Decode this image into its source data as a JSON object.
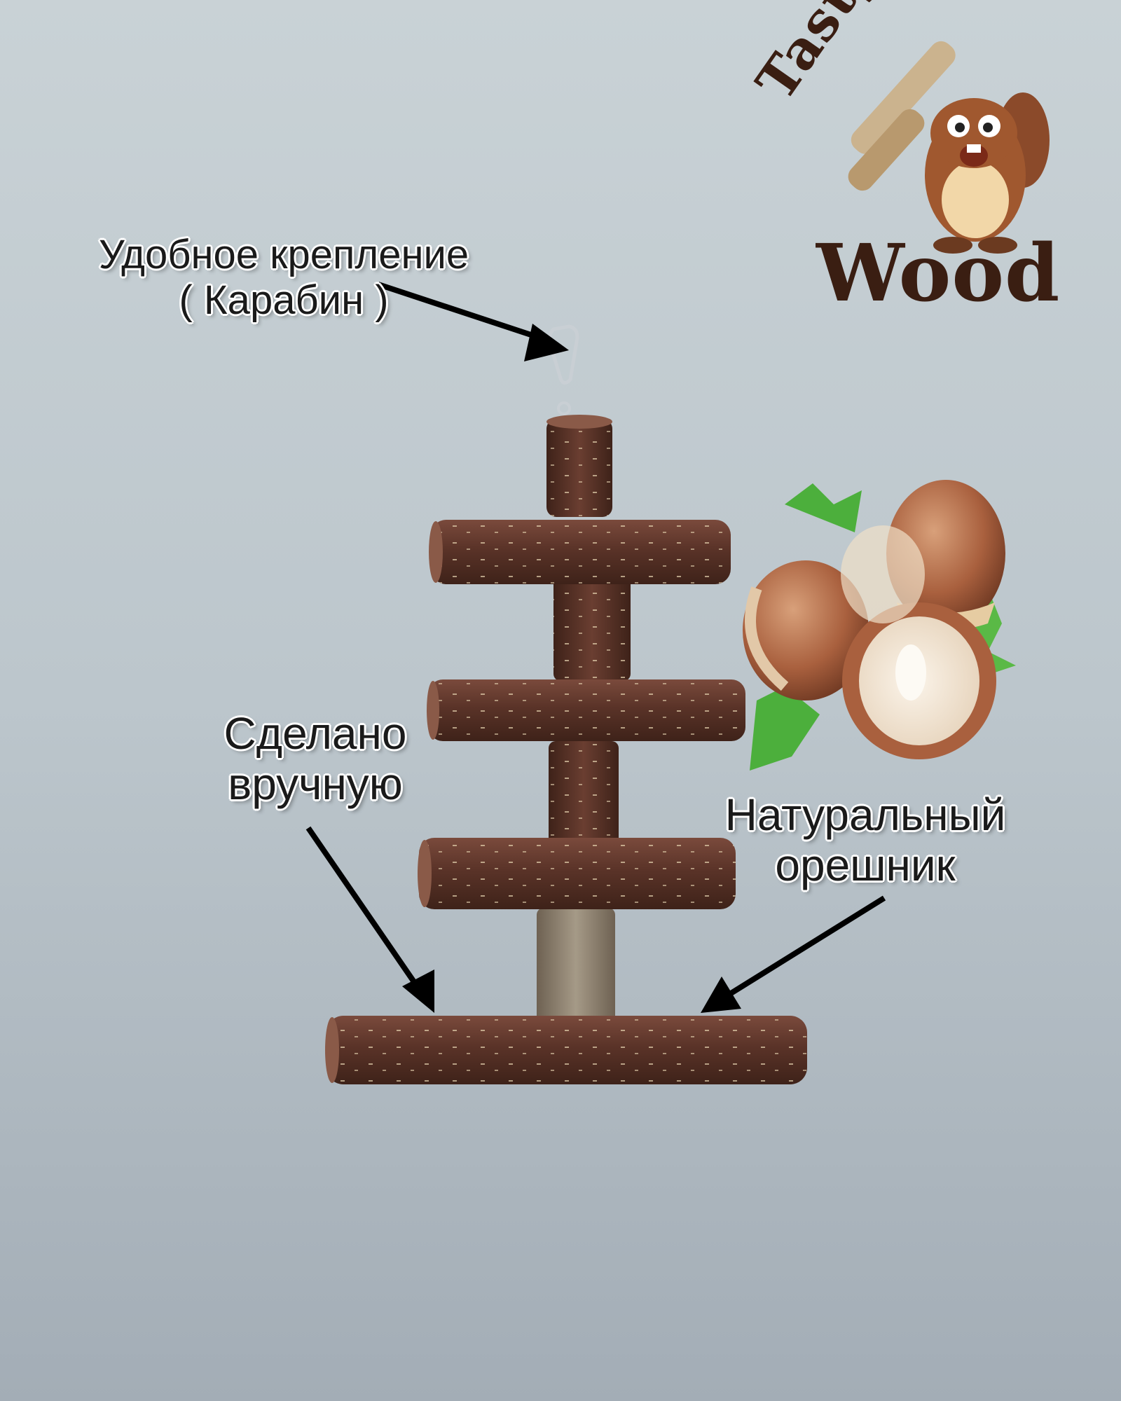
{
  "callouts": {
    "mount": {
      "line1": "Удобное крепление",
      "line2": "( Карабин )"
    },
    "handmade": {
      "line1": "Сделано",
      "line2": "вручную"
    },
    "natural": {
      "line1": "Натуральный",
      "line2": "орешник"
    }
  },
  "logo": {
    "top_word": "Tasty",
    "bottom_word": "Wood"
  },
  "icons": [
    "beaver-mascot-icon",
    "hazelnut-icon",
    "carabiner-icon"
  ],
  "colors": {
    "background_top": "#c9d2d6",
    "background_bottom": "#a3adb6",
    "wood": "#5a3328",
    "logo_brown": "#3a1e12"
  }
}
